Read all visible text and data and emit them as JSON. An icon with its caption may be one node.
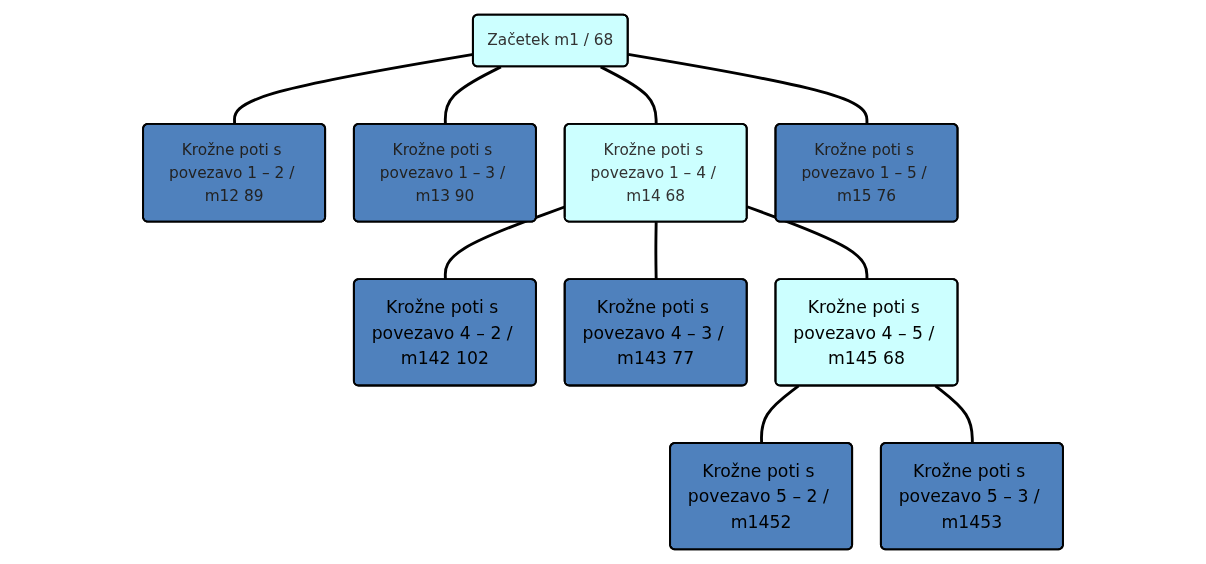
{
  "diagram": {
    "nodes": [
      {
        "text": [
          "Začetek m1 / 68"
        ]
      },
      {
        "text": [
          "Krožne poti s povezavo 1 – 2 / m12 89"
        ]
      },
      {
        "text": [
          "Krožne poti s povezavo 1 – 3 / m13 90"
        ]
      },
      {
        "text": [
          "Krožne poti s povezavo 1 – 4 / m14 68"
        ]
      },
      {
        "text": [
          "Krožne poti s povezavo 1 – 5 / m15 76"
        ]
      },
      {
        "text": [
          "Krožne poti s povezavo 4 – 2 / m142 102"
        ]
      },
      {
        "text": [
          "Krožne poti s povezavo 4 – 3 / m143 77"
        ]
      },
      {
        "text": [
          "Krožne poti s povezavo 4 – 5 / m145 68"
        ]
      },
      {
        "text": [
          "Krožne poti s povezavo 5 – 2 / m1452"
        ]
      },
      {
        "text": [
          "Krožne poti s povezavo 5 – 3 / m1453"
        ]
      }
    ],
    "edges": [
      {
        "from": 0,
        "to": 1,
        "arrow": "none"
      },
      {
        "from": 0,
        "to": 2,
        "arrow": "none"
      },
      {
        "from": 0,
        "to": 3,
        "arrow": "none"
      },
      {
        "from": 0,
        "to": 4,
        "arrow": "none"
      },
      {
        "from": 3,
        "to": 5,
        "arrow": "none"
      },
      {
        "from": 3,
        "to": 6,
        "arrow": "none"
      },
      {
        "from": 3,
        "to": 7,
        "arrow": "none"
      },
      {
        "from": 7,
        "to": 8,
        "arrow": "none"
      },
      {
        "from": 7,
        "to": 9,
        "arrow": "none"
      }
    ]
  }
}
